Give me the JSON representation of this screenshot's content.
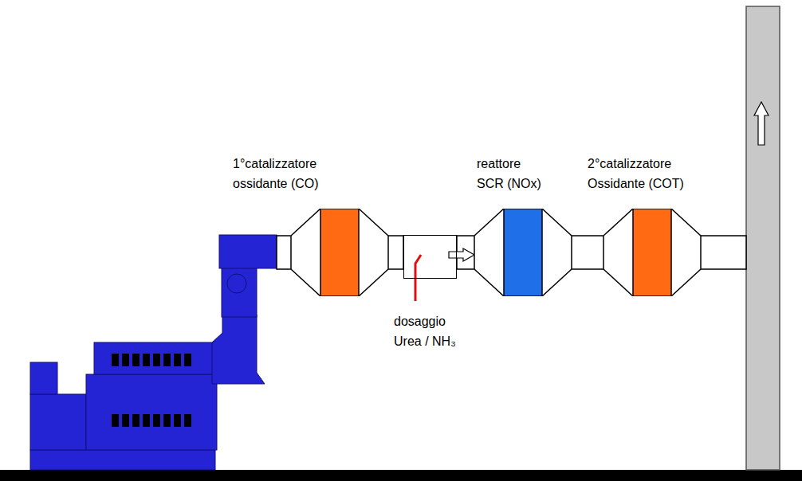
{
  "diagram": {
    "nodes": [
      {
        "text": [
          "1°catalizzatore ossidante (CO)"
        ]
      },
      {
        "text": [
          "dosaggio Urea / NH₃"
        ]
      },
      {
        "text": [
          "reattore SCR (NOx)"
        ]
      },
      {
        "text": [
          "2°catalizzatore Ossidante (COT)"
        ]
      }
    ],
    "edges": [
      {
        "from": 0,
        "to": 1,
        "arrow": "none"
      },
      {
        "from": 1,
        "to": 2,
        "arrow": "to"
      },
      {
        "from": 2,
        "to": 3,
        "arrow": "none"
      }
    ]
  }
}
